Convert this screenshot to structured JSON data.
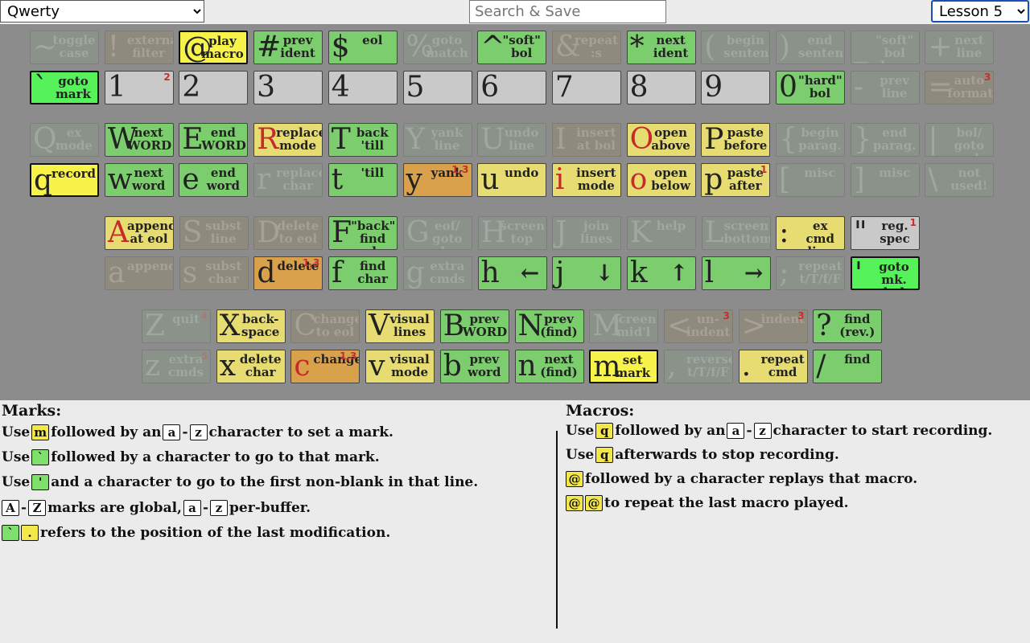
{
  "topbar": {
    "layout_options": [
      "Qwerty"
    ],
    "layout_selected": "Qwerty",
    "search_placeholder": "Search & Save",
    "lesson_options": [
      "Lesson 5"
    ],
    "lesson_selected": "Lesson 5"
  },
  "keyboard": {
    "rows": [
      [
        {
          "ch": "~",
          "label": "toggle case",
          "style": "dim"
        },
        {
          "ch": "!",
          "label": "external filter",
          "style": "dimo"
        },
        {
          "ch": "@",
          "label": "play macro",
          "style": "hl-yellow"
        },
        {
          "ch": "#",
          "label": "prev ident",
          "style": "green"
        },
        {
          "ch": "$",
          "label": "eol",
          "style": "green"
        },
        {
          "ch": "%",
          "label": "goto match",
          "style": "dim"
        },
        {
          "ch": "^",
          "label": "\"soft\" bol",
          "style": "green"
        },
        {
          "ch": "&",
          "label": "repeat :s",
          "style": "dimo"
        },
        {
          "ch": "*",
          "label": "next ident",
          "style": "green"
        },
        {
          "ch": "(",
          "label": "begin sentence",
          "style": "dim"
        },
        {
          "ch": ")",
          "label": "end sentence",
          "style": "dim"
        },
        {
          "ch": "_",
          "label": "\"soft\" bol down",
          "style": "dim"
        },
        {
          "ch": "+",
          "label": "next line",
          "style": "dim"
        }
      ],
      [
        {
          "ch": "`",
          "label": "goto mark",
          "style": "hl-green"
        },
        {
          "ch": "1",
          "label": "",
          "sup": "2",
          "style": "gray"
        },
        {
          "ch": "2",
          "label": "",
          "style": "gray"
        },
        {
          "ch": "3",
          "label": "",
          "style": "gray"
        },
        {
          "ch": "4",
          "label": "",
          "style": "gray"
        },
        {
          "ch": "5",
          "label": "",
          "style": "gray"
        },
        {
          "ch": "6",
          "label": "",
          "style": "gray"
        },
        {
          "ch": "7",
          "label": "",
          "style": "gray"
        },
        {
          "ch": "8",
          "label": "",
          "style": "gray"
        },
        {
          "ch": "9",
          "label": "",
          "style": "gray"
        },
        {
          "ch": "0",
          "label": "\"hard\" bol",
          "style": "green"
        },
        {
          "ch": "-",
          "label": "prev line",
          "style": "dim"
        },
        {
          "ch": "=",
          "label": "auto format",
          "sup": "3",
          "style": "dimo"
        }
      ],
      [
        {
          "ch": "Q",
          "label": "ex mode",
          "style": "dim"
        },
        {
          "ch": "W",
          "label": "next WORD",
          "style": "green"
        },
        {
          "ch": "E",
          "label": "end WORD",
          "style": "green"
        },
        {
          "ch": "R",
          "label": "replace mode",
          "style": "yellow",
          "chcolor": "#c62b2b"
        },
        {
          "ch": "T",
          "label": "back 'till",
          "style": "green"
        },
        {
          "ch": "Y",
          "label": "yank line",
          "style": "dim"
        },
        {
          "ch": "U",
          "label": "undo line",
          "style": "dim"
        },
        {
          "ch": "I",
          "label": "insert at bol",
          "style": "dimo"
        },
        {
          "ch": "O",
          "label": "open above",
          "style": "yellow",
          "chcolor": "#c62b2b"
        },
        {
          "ch": "P",
          "label": "paste before",
          "style": "yellow"
        },
        {
          "ch": "{",
          "label": "begin parag.",
          "style": "dim"
        },
        {
          "ch": "}",
          "label": "end parag.",
          "style": "dim"
        },
        {
          "ch": "|",
          "label": "bol/ goto col",
          "style": "dim"
        }
      ],
      [
        {
          "ch": "q",
          "label": "record",
          "style": "hl-yellow"
        },
        {
          "ch": "w",
          "label": "next word",
          "style": "green"
        },
        {
          "ch": "e",
          "label": "end word",
          "style": "green"
        },
        {
          "ch": "r",
          "label": "replace char",
          "style": "dim"
        },
        {
          "ch": "t",
          "label": "'till",
          "style": "green"
        },
        {
          "ch": "y",
          "label": "yank",
          "sup": "1,3",
          "style": "orange"
        },
        {
          "ch": "u",
          "label": "undo",
          "style": "yellow"
        },
        {
          "ch": "i",
          "label": "insert mode",
          "style": "yellow",
          "chcolor": "#c62b2b"
        },
        {
          "ch": "o",
          "label": "open below",
          "style": "yellow",
          "chcolor": "#c62b2b"
        },
        {
          "ch": "p",
          "label": "paste after",
          "sup": "1",
          "style": "yellow"
        },
        {
          "ch": "[",
          "label": "misc",
          "style": "dim"
        },
        {
          "ch": "]",
          "label": "misc",
          "style": "dim"
        },
        {
          "ch": "\\",
          "label": "not used!",
          "style": "dimg"
        }
      ],
      [
        {
          "ch": "A",
          "label": "append at eol",
          "style": "yellow",
          "chcolor": "#c62b2b"
        },
        {
          "ch": "S",
          "label": "subst line",
          "style": "dimo"
        },
        {
          "ch": "D",
          "label": "delete to eol",
          "style": "dimo"
        },
        {
          "ch": "F",
          "label": "\"back\" find ch",
          "style": "green"
        },
        {
          "ch": "G",
          "label": "eof/ goto ln",
          "style": "dim"
        },
        {
          "ch": "H",
          "label": "screen top",
          "style": "dim"
        },
        {
          "ch": "J",
          "label": "join lines",
          "style": "dim"
        },
        {
          "ch": "K",
          "label": "help",
          "style": "dim"
        },
        {
          "ch": "L",
          "label": "screen bottom",
          "style": "dim"
        },
        {
          "ch": ":",
          "label": "ex cmd line",
          "style": "yellow"
        },
        {
          "ch": "\"",
          "label": "reg. spec",
          "sup": "1",
          "style": "gray"
        }
      ],
      [
        {
          "ch": "a",
          "label": "append",
          "style": "dimo"
        },
        {
          "ch": "s",
          "label": "subst char",
          "style": "dimo"
        },
        {
          "ch": "d",
          "label": "delete",
          "sup": "1,3",
          "style": "orange"
        },
        {
          "ch": "f",
          "label": "find char",
          "style": "green"
        },
        {
          "ch": "g",
          "label": "extra cmds",
          "style": "dim"
        },
        {
          "ch": "h",
          "label": "←",
          "style": "green",
          "arrow": true
        },
        {
          "ch": "j",
          "label": "↓",
          "style": "green",
          "arrow": true
        },
        {
          "ch": "k",
          "label": "↑",
          "style": "green",
          "arrow": true
        },
        {
          "ch": "l",
          "label": "→",
          "style": "green",
          "arrow": true
        },
        {
          "ch": ";",
          "label": "repeat t/T/f/F",
          "style": "dim"
        },
        {
          "ch": "'",
          "label": "goto mk. bol",
          "style": "hl-green"
        }
      ],
      [
        {
          "ch": "Z",
          "label": "quit",
          "sup": "4",
          "style": "dim"
        },
        {
          "ch": "X",
          "label": "back-space",
          "style": "yellow"
        },
        {
          "ch": "C",
          "label": "change to eol",
          "style": "dimo"
        },
        {
          "ch": "V",
          "label": "visual lines",
          "style": "yellow"
        },
        {
          "ch": "B",
          "label": "prev WORD",
          "style": "green"
        },
        {
          "ch": "N",
          "label": "prev (find)",
          "style": "green"
        },
        {
          "ch": "M",
          "label": "screen mid'l",
          "style": "dim"
        },
        {
          "ch": "<",
          "label": "un-indent",
          "sup": "3",
          "style": "dimo"
        },
        {
          "ch": ">",
          "label": "indent",
          "sup": "3",
          "style": "dimo"
        },
        {
          "ch": "?",
          "label": "find (rev.)",
          "style": "green"
        }
      ],
      [
        {
          "ch": "z",
          "label": "extra cmds",
          "sup": "5",
          "style": "dim"
        },
        {
          "ch": "x",
          "label": "delete char",
          "style": "yellow"
        },
        {
          "ch": "c",
          "label": "change",
          "sup": "1,3",
          "style": "orange",
          "chcolor": "#c62b2b"
        },
        {
          "ch": "v",
          "label": "visual mode",
          "style": "yellow"
        },
        {
          "ch": "b",
          "label": "prev word",
          "style": "green"
        },
        {
          "ch": "n",
          "label": "next (find)",
          "style": "green"
        },
        {
          "ch": "m",
          "label": "set mark",
          "style": "hl-yellow"
        },
        {
          "ch": ",",
          "label": "reverse t/T/f/F",
          "style": "dim"
        },
        {
          "ch": ".",
          "label": "repeat cmd",
          "style": "yellow"
        },
        {
          "ch": "/",
          "label": "find",
          "style": "green"
        }
      ]
    ]
  },
  "marks": {
    "title": "Marks:",
    "l1": {
      "pre": "Use",
      "k1": "m",
      "mid": "followed by an",
      "k2": "a",
      "dash": "-",
      "k3": "z",
      "post": "character to set a mark."
    },
    "l2": {
      "pre": "Use",
      "k1": "`",
      "post": "followed by a character to go to that mark."
    },
    "l3": {
      "pre": "Use",
      "k1": "'",
      "post": "and a character to go to the first non-blank in that line."
    },
    "l4": {
      "k1": "A",
      "dash": "-",
      "k2": "Z",
      "mid": "marks are global,",
      "k3": "a",
      "dash2": "-",
      "k4": "z",
      "post": "per-buffer."
    },
    "l5": {
      "k1": "`",
      "k2": ".",
      "post": "refers to the position of the last modification."
    }
  },
  "macros": {
    "title": "Macros:",
    "l1": {
      "pre": "Use",
      "k1": "q",
      "mid": "followed by an",
      "k2": "a",
      "dash": "-",
      "k3": "z",
      "post": "character to start recording."
    },
    "l2": {
      "pre": "Use",
      "k1": "q",
      "post": "afterwards to stop recording."
    },
    "l3": {
      "k1": "@",
      "post": "followed by a character replays that macro."
    },
    "l4": {
      "k1": "@",
      "k2": "@",
      "post": "to repeat the last macro played."
    }
  }
}
